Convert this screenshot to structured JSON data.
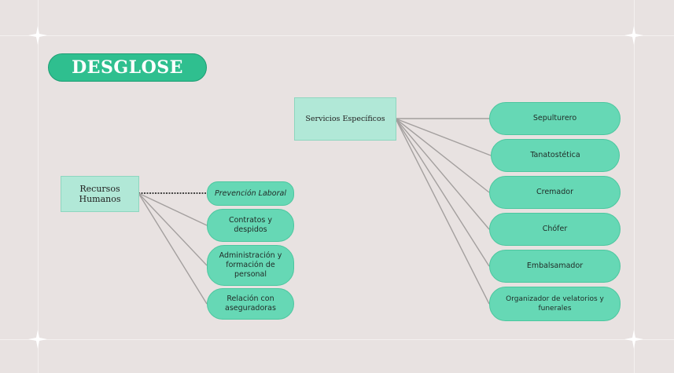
{
  "title": "DESGLOSE",
  "colors": {
    "background": "#e8e2e1",
    "accent": "#2fbf8f",
    "node_fill": "#66d8b5",
    "box_fill": "#b1e8d7",
    "connector": "#a39f9e"
  },
  "left_group": {
    "root": "Recursos Humanos",
    "items": [
      "Prevención Laboral",
      "Contratos y despidos",
      "Administración y formación de personal",
      "Relación con aseguradoras"
    ]
  },
  "right_group": {
    "root": "Servicios Específicos",
    "items": [
      "Sepulturero",
      "Tanatostética",
      "Cremador",
      "Chófer",
      "Embalsamador",
      "Organizador de velatorios y funerales"
    ]
  }
}
